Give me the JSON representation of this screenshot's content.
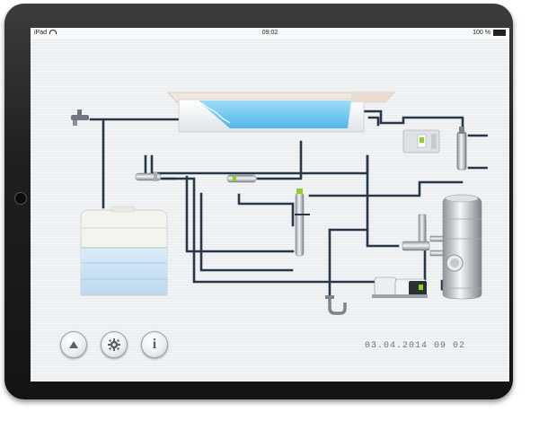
{
  "statusbar": {
    "device": "iPad",
    "time": "09:02",
    "battery": "100 %"
  },
  "controls": {
    "up_icon": "triangle-up-icon",
    "settings_icon": "gear-icon",
    "info_icon": "info-icon",
    "info_glyph": "i"
  },
  "footer": {
    "timestamp": "03.04.2014 09 02"
  },
  "colors": {
    "pipe": "#28384a",
    "water": "#5fc2ee",
    "indicator": "#8bd126",
    "tank_water": "#cfe4f2"
  }
}
